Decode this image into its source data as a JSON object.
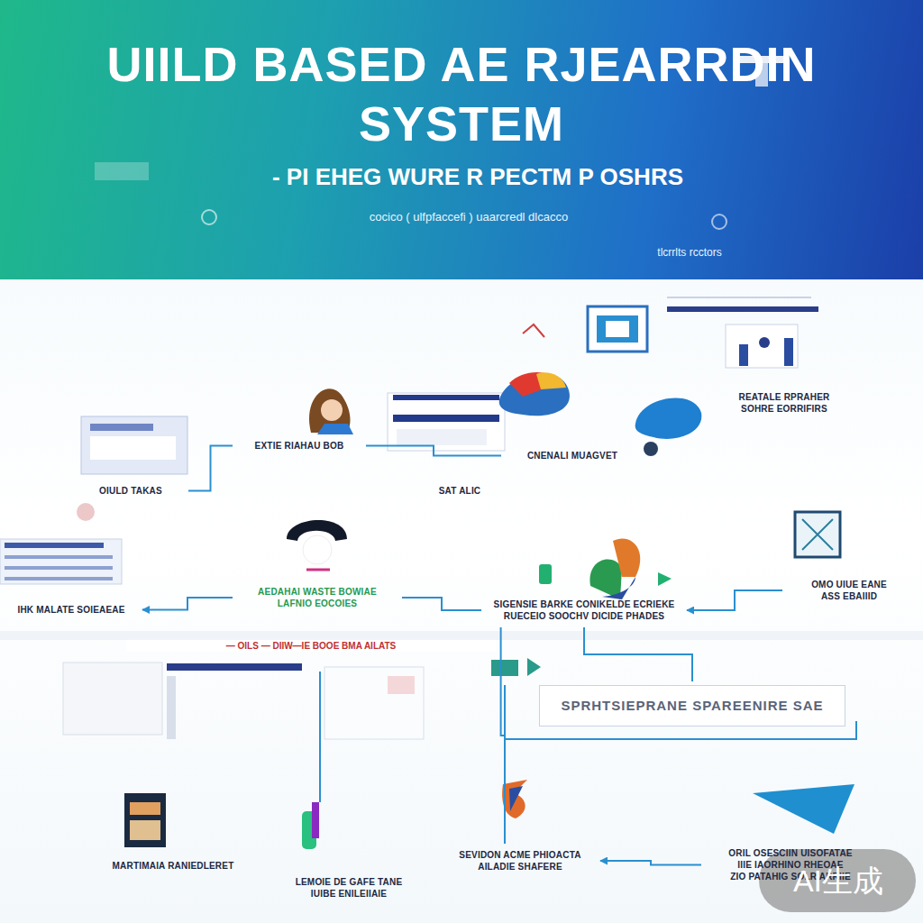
{
  "diagram": {
    "title": "UIILD BASED AE RJEARRDIN SYSTEM",
    "nodes": [
      {
        "text": [
          "OIULD TAKAS"
        ]
      },
      {
        "text": [
          "EXTIE RIAHAU BOB"
        ]
      },
      {
        "text": [
          "SAT ALIC"
        ]
      },
      {
        "text": [
          "CNENALI MUAGVET"
        ]
      },
      {
        "text": [
          "REATALE RPRAHER",
          "SOHRE EORRIFIRS"
        ]
      },
      {
        "text": [
          "IHK MALATE SOIEAEAE"
        ]
      },
      {
        "text": [
          "AEDAHAI WASTE BOWIAE",
          "LAFNIO EOCOIES"
        ]
      },
      {
        "text": [
          "SIGENSIE BARKE CONIKELDE ECRIEKE",
          "RUECEIO SOOCHV DICIDE PHADES"
        ]
      },
      {
        "text": [
          "OMO UIUE EANE",
          "ASS EBAIIID"
        ]
      },
      {
        "text": [
          "MARTIMAIA RANIEDLERET"
        ]
      },
      {
        "text": [
          "LEMOIE DE GAFE TANE",
          "IUIBE ENILEIIAIE"
        ]
      },
      {
        "text": [
          "SEVIDON ACME PHIOACTA",
          "AILADIE SHAFERE"
        ]
      },
      {
        "text": [
          "ORIL OSESCIIN UISOFATAE",
          "IIIE IAORHINO RHEOAE",
          "ZIO PATAHIG SOLR ARRIIE"
        ]
      },
      {
        "text": [
          "SPRHTSIEPRANE SPAREENIRE SAE"
        ]
      }
    ],
    "edges": [
      {
        "from": 0,
        "to": 1,
        "arrow": "none"
      },
      {
        "from": 1,
        "to": 3,
        "arrow": "none"
      },
      {
        "from": 6,
        "to": 5,
        "arrow": "to"
      },
      {
        "from": 7,
        "to": 6,
        "arrow": "none"
      },
      {
        "from": 8,
        "to": 7,
        "arrow": "to"
      },
      {
        "from": 7,
        "to": 13,
        "arrow": "none"
      },
      {
        "from": 7,
        "to": 11,
        "arrow": "none"
      },
      {
        "from": 12,
        "to": 11,
        "arrow": "to"
      }
    ],
    "labels": [
      "- PI EHEG WURE R PECTM P OSHRS",
      "cocico ( ulfpfaccefi ) uaarcredl dlcacco",
      "tlcrrlts rcctors",
      "— OILS — DIIW—IE BOOE BMA AILATS",
      "AI生成"
    ]
  }
}
